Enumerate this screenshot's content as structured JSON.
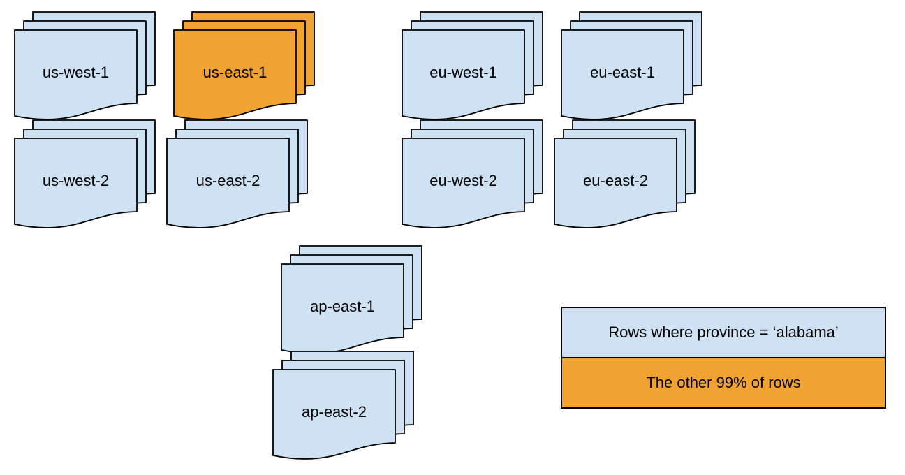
{
  "colors": {
    "doc_blue": "#cfe2f3",
    "doc_orange": "#f0a233",
    "stroke": "#000000"
  },
  "stacks": [
    {
      "label": "us-west-1",
      "variant": "blue"
    },
    {
      "label": "us-east-1",
      "variant": "orange"
    },
    {
      "label": "eu-west-1",
      "variant": "blue"
    },
    {
      "label": "eu-east-1",
      "variant": "blue"
    },
    {
      "label": "us-west-2",
      "variant": "blue"
    },
    {
      "label": "us-east-2",
      "variant": "blue"
    },
    {
      "label": "eu-west-2",
      "variant": "blue"
    },
    {
      "label": "eu-east-2",
      "variant": "blue"
    },
    {
      "label": "ap-east-1",
      "variant": "blue"
    },
    {
      "label": "ap-east-2",
      "variant": "blue"
    }
  ],
  "legend": {
    "rows": [
      {
        "label": "Rows where province = ‘alabama’",
        "variant": "blue"
      },
      {
        "label": "The other 99% of rows",
        "variant": "orange"
      }
    ]
  }
}
